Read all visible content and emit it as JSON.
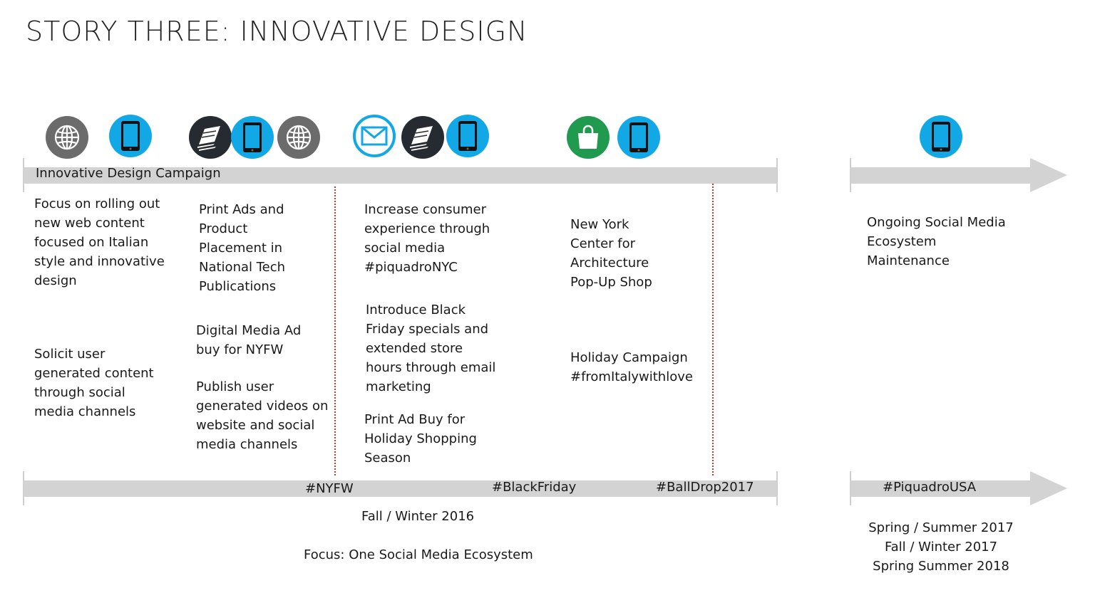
{
  "title": "STORY THREE: INNOVATIVE DESIGN",
  "top_bar_label": "Innovative Design Campaign",
  "columns": {
    "col1": {
      "block1": "Focus on rolling out\nnew web content\nfocused on Italian\nstyle and innovative\ndesign",
      "block2": "Solicit user\ngenerated content\nthrough social\nmedia channels"
    },
    "col2": {
      "block1": "Print Ads and\nProduct\nPlacement in\nNational Tech\nPublications",
      "block2": "Digital Media Ad\nbuy for NYFW",
      "block3": "Publish user\ngenerated videos on\nwebsite and social\nmedia channels"
    },
    "col3": {
      "block1": "Increase consumer\nexperience through\nsocial media\n#piquadroNYC",
      "block2": "Introduce Black\nFriday specials and\nextended store\nhours through email\nmarketing",
      "block3": "Print Ad Buy for\nHoliday Shopping\nSeason"
    },
    "col4": {
      "block1": "New York\nCenter for\nArchitecture\nPop-Up Shop",
      "block2": "Holiday Campaign\n#fromItalywithlove"
    },
    "col5": {
      "block1": "Ongoing Social Media\nEcosystem\nMaintenance"
    }
  },
  "hashtags": {
    "nyfw": "#NYFW",
    "blackfriday": "#BlackFriday",
    "balldrop": "#BallDrop2017",
    "piquadrousa": "#PiquadroUSA"
  },
  "season_left": "Fall / Winter 2016",
  "focus_text": "Focus: One Social Media Ecosystem",
  "seasons_right": "Spring / Summer 2017\nFall / Winter 2017\nSpring Summer 2018",
  "icons": [
    "globe-icon",
    "tablet-icon",
    "print-media-icon",
    "tablet-icon",
    "globe-icon",
    "email-icon",
    "print-media-icon",
    "tablet-icon",
    "shopping-bag-icon",
    "tablet-icon",
    "tablet-icon"
  ],
  "colors": {
    "bar": "#d3d3d3",
    "tablet_blue": "#12a8e6",
    "globe_gray": "#6b6b6b",
    "print_dark": "#262b31",
    "bag_green": "#1f9a4f",
    "divider_red": "#c0392b"
  }
}
